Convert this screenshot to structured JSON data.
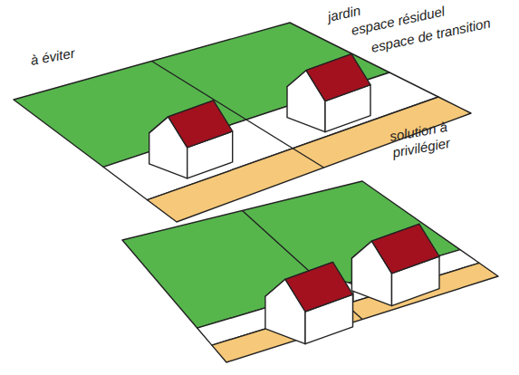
{
  "diagram": {
    "labels": [
      "à éviter",
      "jardin",
      "espace résiduel",
      "espace de transition",
      "solution à privilégier"
    ]
  }
}
